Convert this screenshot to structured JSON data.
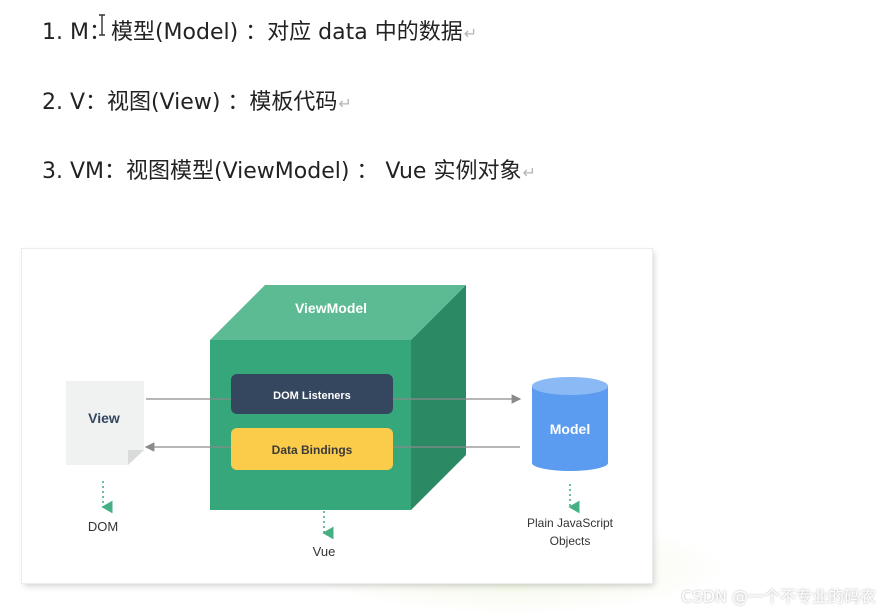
{
  "lines": [
    {
      "text": "1. M：模型(Model) ：对应 data 中的数据",
      "return_mark": "↵"
    },
    {
      "text": "2. V：视图(View) ：模板代码",
      "return_mark": "↵"
    },
    {
      "text": "3. VM：视图模型(ViewModel) ：  Vue 实例对象",
      "return_mark": "↵"
    }
  ],
  "diagram": {
    "viewmodel_label": "ViewModel",
    "dom_listeners_label": "DOM Listeners",
    "data_bindings_label": "Data Bindings",
    "view_label": "View",
    "model_label": "Model",
    "dom_label": "DOM",
    "vue_label": "Vue",
    "plain_js_line1": "Plain JavaScript",
    "plain_js_line2": "Objects",
    "colors": {
      "cube_front": "#36a77a",
      "cube_top": "#5dbb93",
      "cube_side": "#2b8a63",
      "dom_listeners_bg": "#34475e",
      "data_bindings_bg": "#fbcb4a",
      "model_blue": "#5b9bf0",
      "view_doc": "#f0f1f1",
      "arrow_gray": "#8a8a8a",
      "dashed_green": "#44b083"
    }
  },
  "watermark": "CSDN @一个不专业的码农"
}
